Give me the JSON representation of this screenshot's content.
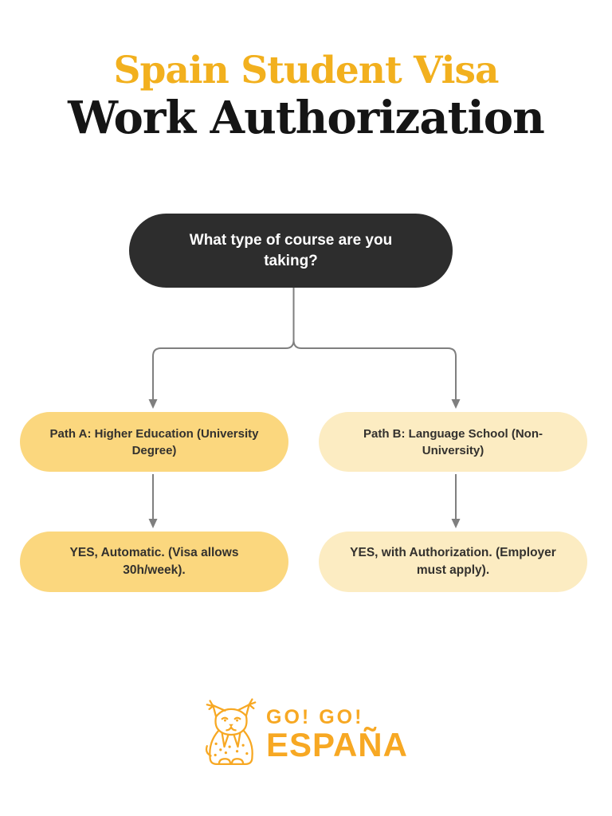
{
  "page": {
    "background_color": "#ffffff"
  },
  "title": {
    "line1": "Spain Student Visa",
    "line1_color": "#F2B01E",
    "line2": "Work Authorization",
    "line2_color": "#151515"
  },
  "flowchart": {
    "root": {
      "label": "What type of course are you taking?",
      "bg": "#2D2D2D",
      "text_color": "#FFFFFF"
    },
    "branches": [
      {
        "id": "path-a",
        "label": "Path A: Higher Education (University Degree)",
        "result": "YES, Automatic. (Visa allows 30h/week).",
        "bg": "#FBD77E"
      },
      {
        "id": "path-b",
        "label": "Path B: Language School (Non-University)",
        "result": "YES, with Authorization. (Employer must apply).",
        "bg": "#FCECC2"
      }
    ],
    "connector_color": "#7F7F7F"
  },
  "logo": {
    "mascot": "lynx-cub-icon",
    "line1": "GO! GO!",
    "line2": "ESPAÑA",
    "color": "#F7A823"
  }
}
